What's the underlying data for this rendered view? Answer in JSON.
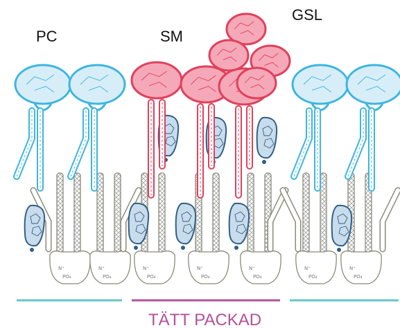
{
  "labels": {
    "pc": "PC",
    "sm": "SM",
    "gsl": "GSL"
  },
  "footer": {
    "text": "TÄTT PACKAD"
  },
  "colors": {
    "pc": "#3db5e0",
    "pc_fill": "#d7eef8",
    "sm": "#e0405c",
    "sm_fill": "#f5a8b8",
    "sterol": "#2f5f86",
    "sterol_fill": "#c9dceb",
    "lower": "#8a8a78",
    "pc_bar": "#64c6c7",
    "sm_bar": "#b3509a"
  },
  "icons": {
    "pc_lipid": "phospholipid-icon",
    "sm_lipid": "sphingomyelin-icon",
    "gsl_lipid": "glycosphingolipid-icon",
    "sterol": "cholesterol-icon"
  }
}
